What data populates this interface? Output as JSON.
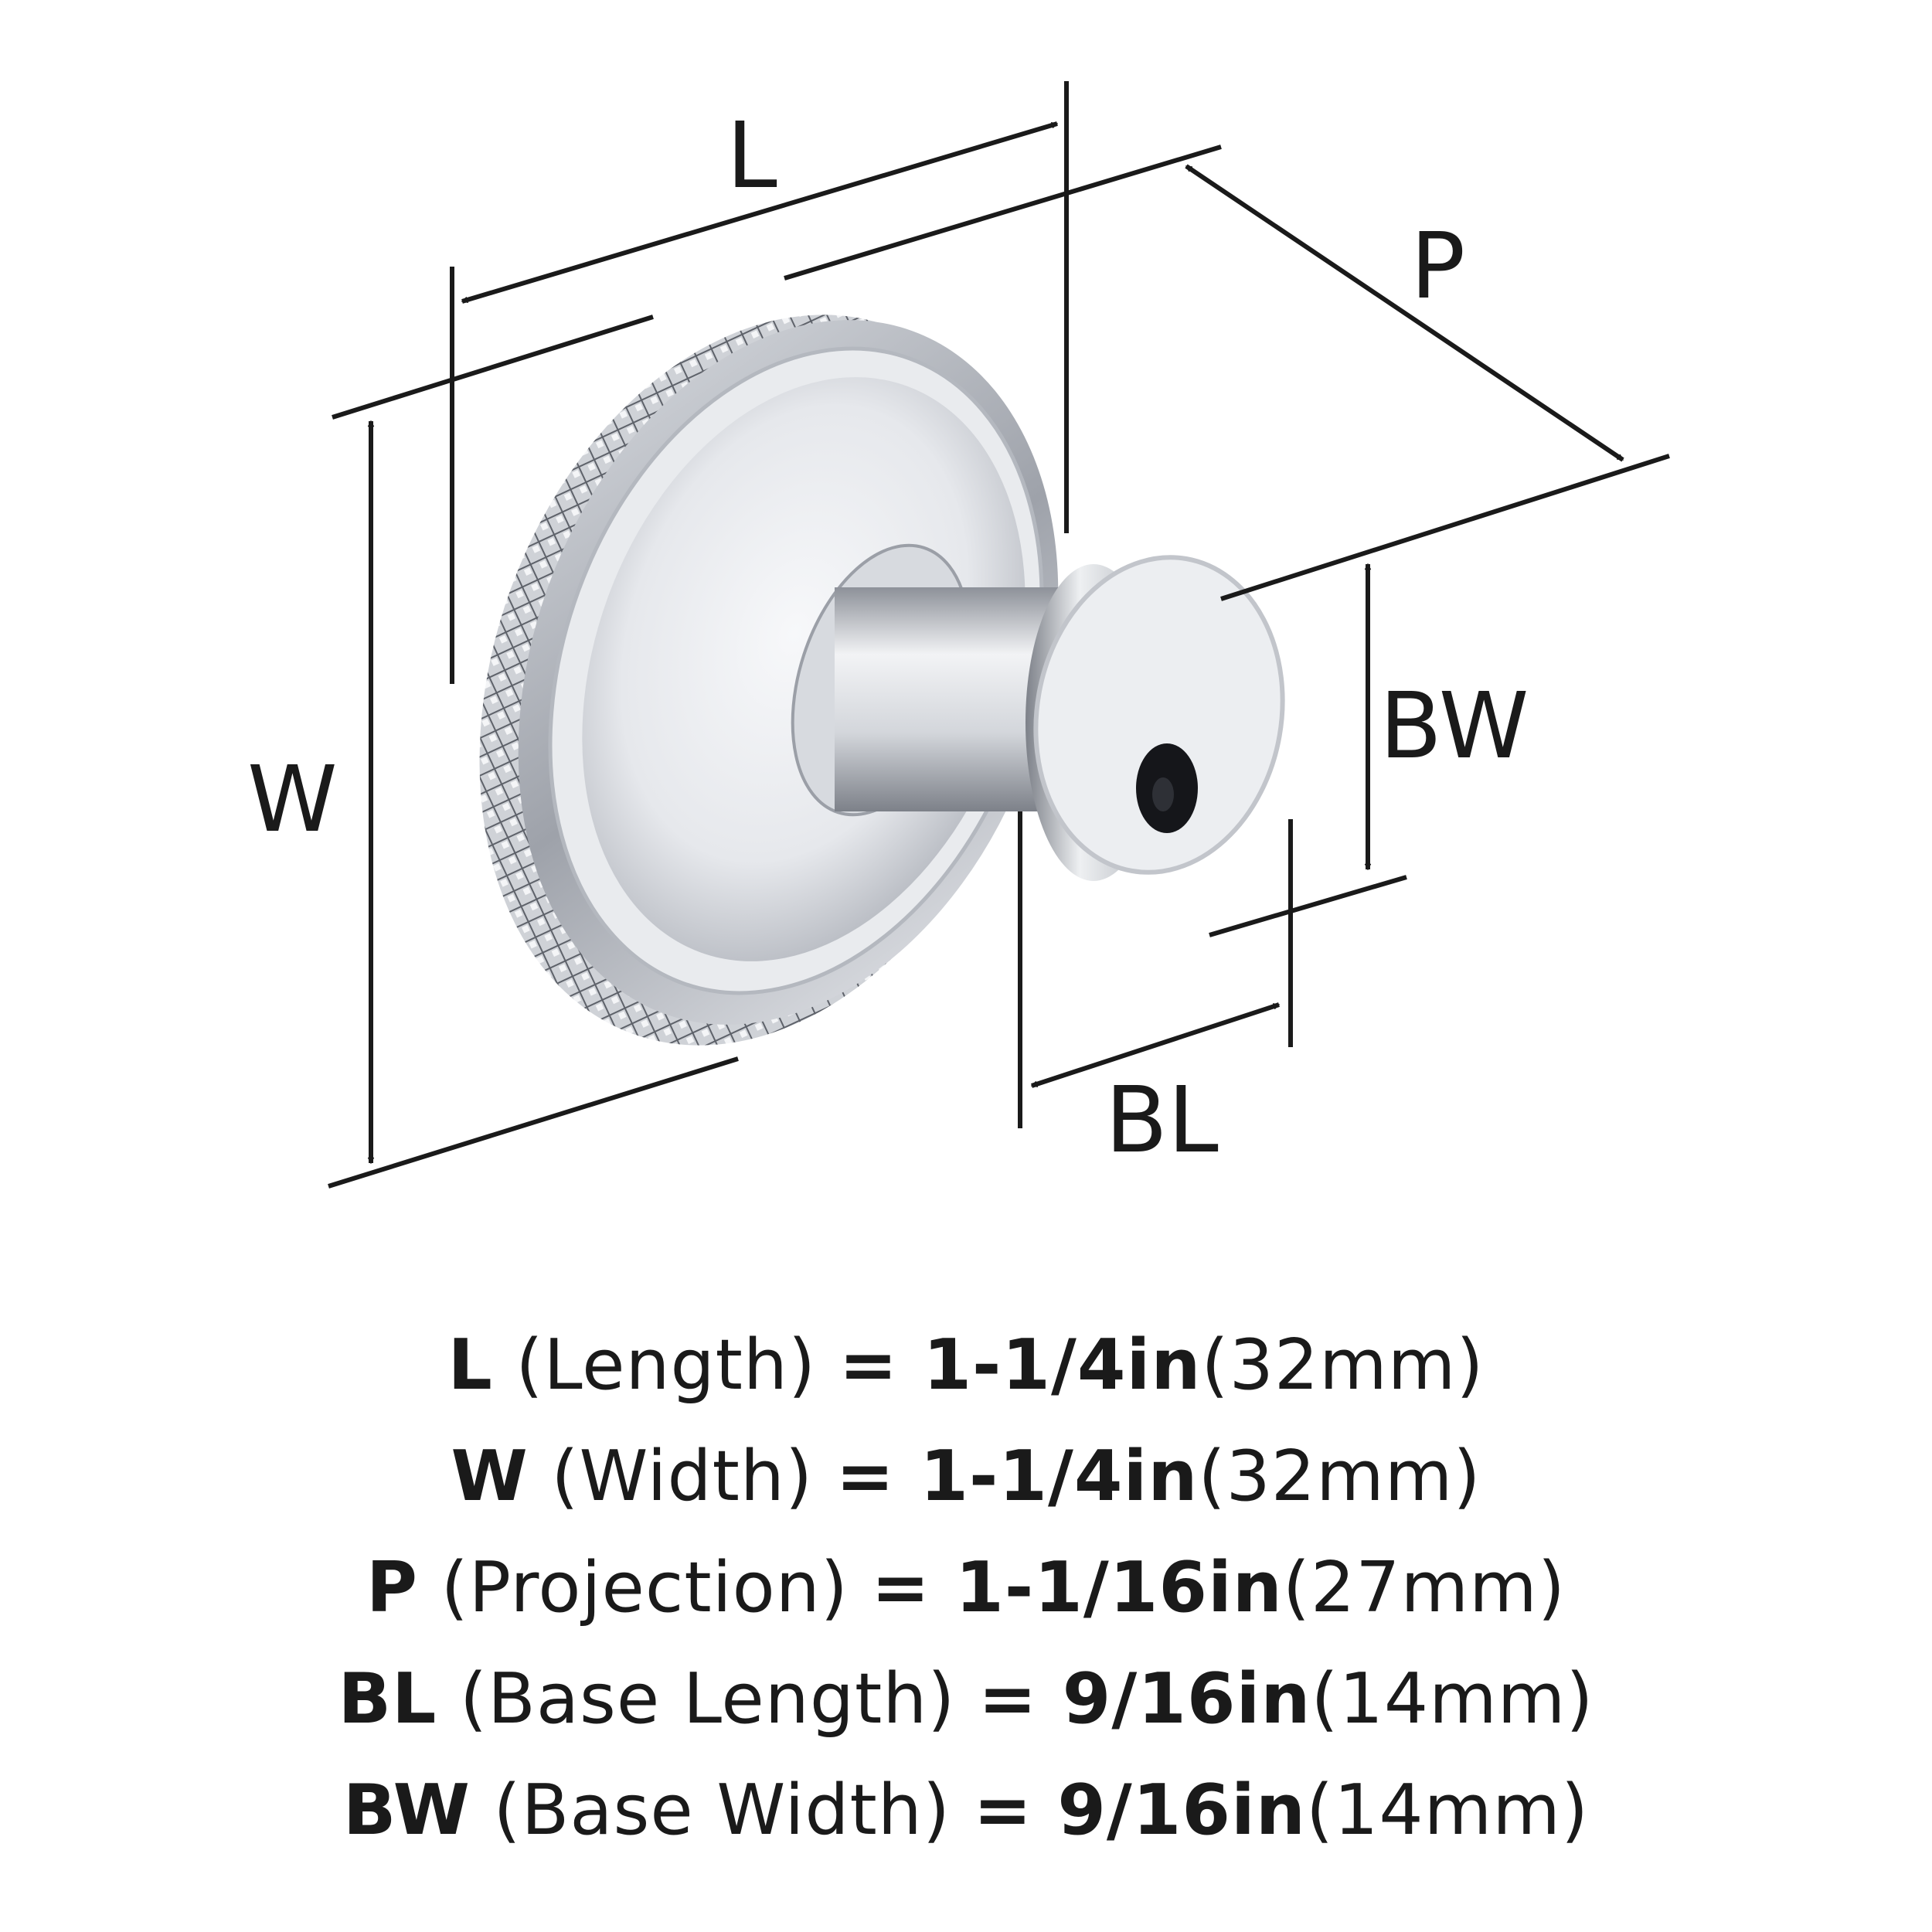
{
  "labels": {
    "L": "L",
    "W": "W",
    "P": "P",
    "BW": "BW",
    "BL": "BL"
  },
  "specs": [
    {
      "key": "L",
      "desc": " (Length) ",
      "eq": "= ",
      "imperial": "1-1/4in",
      "metric": "(32mm)"
    },
    {
      "key": "W",
      "desc": " (Width) ",
      "eq": "= ",
      "imperial": "1-1/4in",
      "metric": "(32mm)"
    },
    {
      "key": "P",
      "desc": " (Projection) ",
      "eq": "= ",
      "imperial": "1-1/16in",
      "metric": "(27mm)"
    },
    {
      "key": "BL",
      "desc": " (Base Length) ",
      "eq": "= ",
      "imperial": "9/16in",
      "metric": "(14mm)"
    },
    {
      "key": "BW",
      "desc": " (Base Width) ",
      "eq": "= ",
      "imperial": "9/16in",
      "metric": "(14mm)"
    }
  ],
  "colors": {
    "ink": "#1a1a1a",
    "chrome_light": "#f4f5f7",
    "chrome_mid": "#c9ccd2",
    "chrome_dark": "#6f737b",
    "hole": "#15161a"
  }
}
